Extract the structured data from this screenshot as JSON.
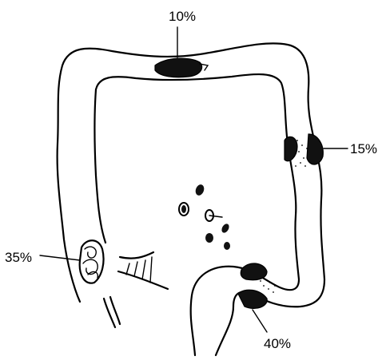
{
  "figure": {
    "labels": {
      "transverse": "10%",
      "splenic_descending": "15%",
      "cecum_ascending": "35%",
      "rectosigmoid": "40%"
    },
    "colors": {
      "ink": "#000000",
      "background": "#ffffff"
    }
  }
}
